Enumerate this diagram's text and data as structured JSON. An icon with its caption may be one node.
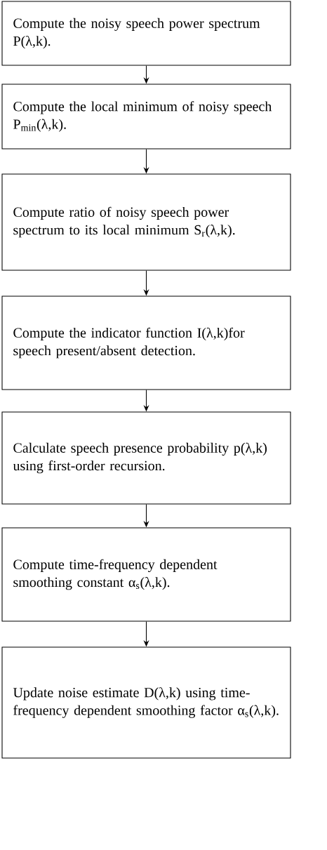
{
  "diagram": {
    "nodes": [
      {
        "text": [
          "Compute the noisy speech power spectrum P(λ,k)."
        ]
      },
      {
        "text": [
          "Compute the local minimum of noisy speech P$_{min}$(λ,k)."
        ]
      },
      {
        "text": [
          "Compute ratio of noisy speech power spectrum to its local minimum S$_{r}$(λ,k)."
        ]
      },
      {
        "text": [
          "Compute  the indicator function I(λ,k)for speech present/absent detection."
        ]
      },
      {
        "text": [
          "Calculate speech presence probability p(λ,k) using first-order recursion."
        ]
      },
      {
        "text": [
          "Compute time-frequency dependent smoothing constant α$_{s}$(λ,k)."
        ]
      },
      {
        "text": [
          "Update noise estimate D(λ,k) using time-frequency dependent smoothing factor α$_{s}$(λ,k)."
        ]
      }
    ],
    "edges": [
      {
        "from": 0,
        "to": 1,
        "arrow": "to"
      },
      {
        "from": 1,
        "to": 2,
        "arrow": "to"
      },
      {
        "from": 2,
        "to": 3,
        "arrow": "to"
      },
      {
        "from": 3,
        "to": 4,
        "arrow": "to"
      },
      {
        "from": 4,
        "to": 5,
        "arrow": "to"
      },
      {
        "from": 5,
        "to": 6,
        "arrow": "to"
      }
    ]
  }
}
